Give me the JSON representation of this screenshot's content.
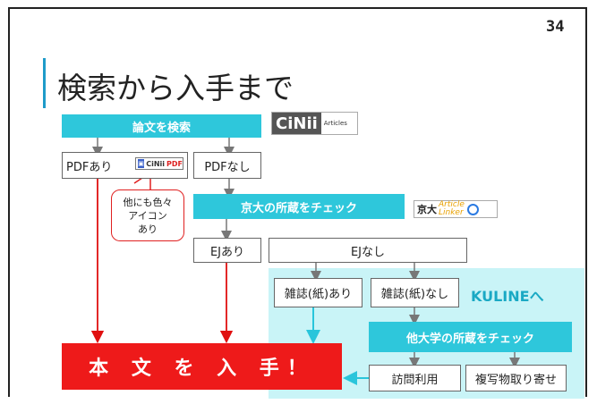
{
  "page_number": "34",
  "title": "検索から入手まで",
  "steps": {
    "search_papers": "論文を検索",
    "pdf_yes": "PDFあり",
    "pdf_no": "PDFなし",
    "check_kyoto": "京大の所蔵をチェック",
    "ej_yes": "EJあり",
    "ej_no": "EJなし",
    "print_yes": "雑誌(紙)あり",
    "print_no": "雑誌(紙)なし",
    "kuline": "KULINEへ",
    "check_other": "他大学の所蔵をチェック",
    "visit": "訪問利用",
    "copy_request": "複写物取り寄せ",
    "final": "本 文 を 入 手！"
  },
  "callout": {
    "line1": "他にも色々",
    "line2": "アイコン",
    "line3": "あり"
  },
  "logos": {
    "cinii": {
      "main": "CiNii",
      "sub": "Articles"
    },
    "cinii_pdf": {
      "main": "CiNii",
      "pdf": "PDF"
    },
    "kyodai_linker": {
      "prefix": "京大",
      "article": "Article",
      "linker": "Linker"
    }
  },
  "colors": {
    "accent_cyan": "#2ec7db",
    "kuline_bg": "#c9f4f7",
    "final_red": "#ee1a1a",
    "title_bar": "#1f9bc9"
  }
}
